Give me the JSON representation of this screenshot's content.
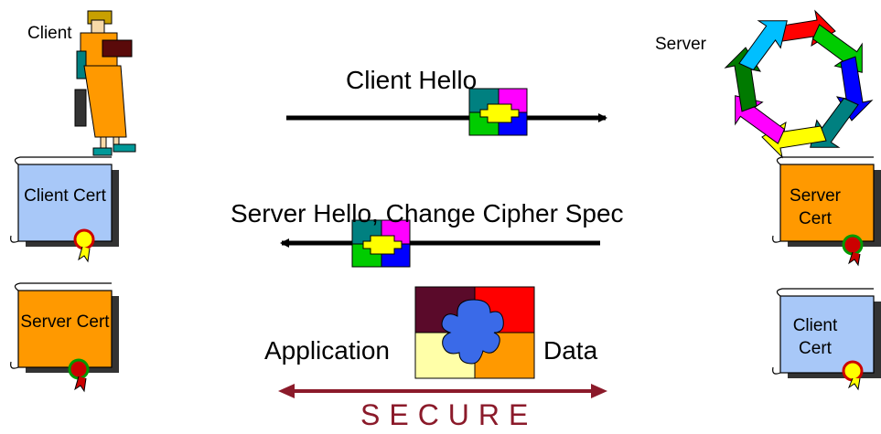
{
  "client": {
    "label": "Client",
    "cert1": "Client Cert",
    "cert2": "Server Cert"
  },
  "server": {
    "label": "Server",
    "cert1": "Server Cert",
    "cert2": "Client Cert"
  },
  "messages": {
    "client_hello": "Client Hello",
    "server_hello": "Server Hello, Change Cipher Spec",
    "app_left": "Application",
    "app_right": "Data",
    "secure": "SECURE"
  },
  "colors": {
    "client_cert": "#a8c8f8",
    "server_cert": "#ff9900",
    "secure": "#8b1a2a"
  }
}
